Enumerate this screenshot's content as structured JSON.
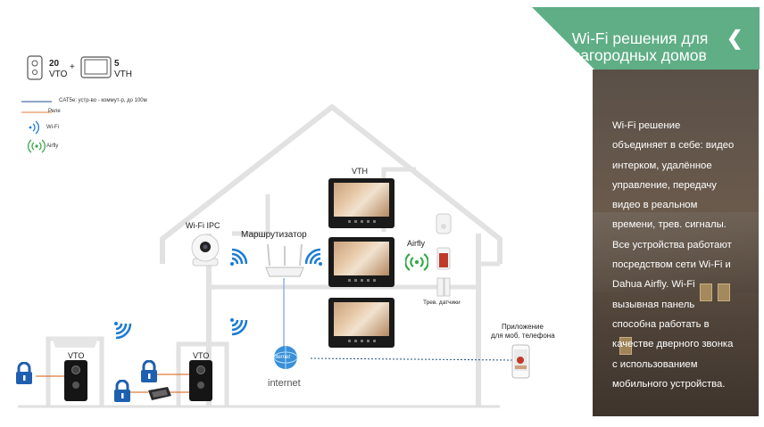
{
  "banner": {
    "title_line1": "Wi-Fi решения для",
    "title_line2": "загородных домов",
    "back_icon": "chevron-left-icon",
    "color": "#5fae86"
  },
  "panel": {
    "lines": [
      "Wi-Fi  решение",
      "объединяет в себе: видео",
      "интерком, удалённое",
      "управление, передачу",
      "видео в реальном",
      "времени, трев. сигналы.",
      "Все устройства работают",
      "посредством сети Wi-Fi и",
      "Dahua Airfly. Wi-Fi",
      "вызывная панель",
      "способна работать в",
      "качестве дверного звонка",
      "с использованием",
      "мобильного устройства."
    ]
  },
  "kit": {
    "vto_count": "20",
    "vto_label": "VTO",
    "plus": "+",
    "vth_count": "5",
    "vth_label": "VTH"
  },
  "legend": {
    "cat5": "CAT5e: устр-во - коммут-р, до 100м",
    "relay": "Реле",
    "wifi": "Wi-Fi",
    "airfly": "Airfly",
    "cat5_color": "#1f4e8c",
    "relay_color": "#e07a3a",
    "wifi_color": "#1b7bd6",
    "airfly_color": "#3aa84a"
  },
  "diagram": {
    "vth_label": "VTH",
    "ipc_label": "Wi-Fi IPC",
    "router_label": "Маршрутизатор",
    "airfly_label": "Airfly",
    "sensors_label": "Трев. датчики",
    "app_line1": "Приложение",
    "app_line2": "для моб. телефона",
    "internet_badge": "internet",
    "internet_label": "internet",
    "vto_left_label": "VTO",
    "vto_right_label": "VTO",
    "lock_color": "#1f5fb0"
  }
}
